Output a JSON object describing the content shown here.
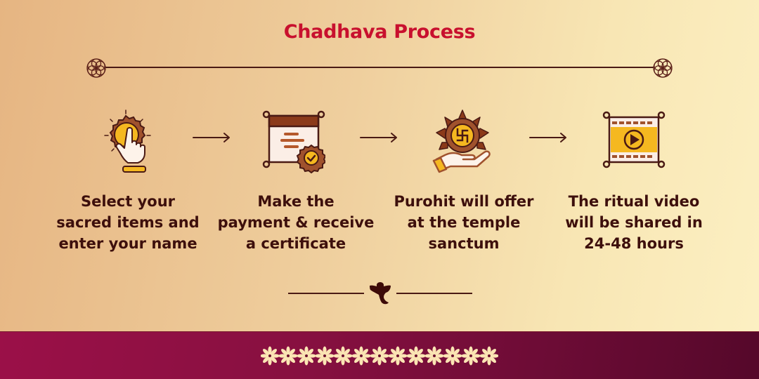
{
  "header": {
    "title": "Chadhava Process"
  },
  "steps": [
    {
      "icon": "hand-tap-icon",
      "lines": [
        "Select your",
        "sacred items and",
        "enter your name"
      ]
    },
    {
      "icon": "certificate-icon",
      "lines": [
        "Make the",
        "payment & receive",
        "a certificate"
      ]
    },
    {
      "icon": "offering-hand-icon",
      "lines": [
        "Purohit will offer",
        "at the temple",
        "sanctum"
      ]
    },
    {
      "icon": "video-film-icon",
      "lines": [
        "The ritual video",
        "will be shared in",
        "24-48 hours"
      ]
    }
  ],
  "colors": {
    "title": "#c8102e",
    "text": "#3d0f0c",
    "accent_gold": "#f5b820",
    "accent_brown": "#a0522d",
    "dark_brown": "#4a1a14",
    "footer": "#871040",
    "flower": "#fbe5b4"
  },
  "footer": {
    "flower_count": 13
  }
}
